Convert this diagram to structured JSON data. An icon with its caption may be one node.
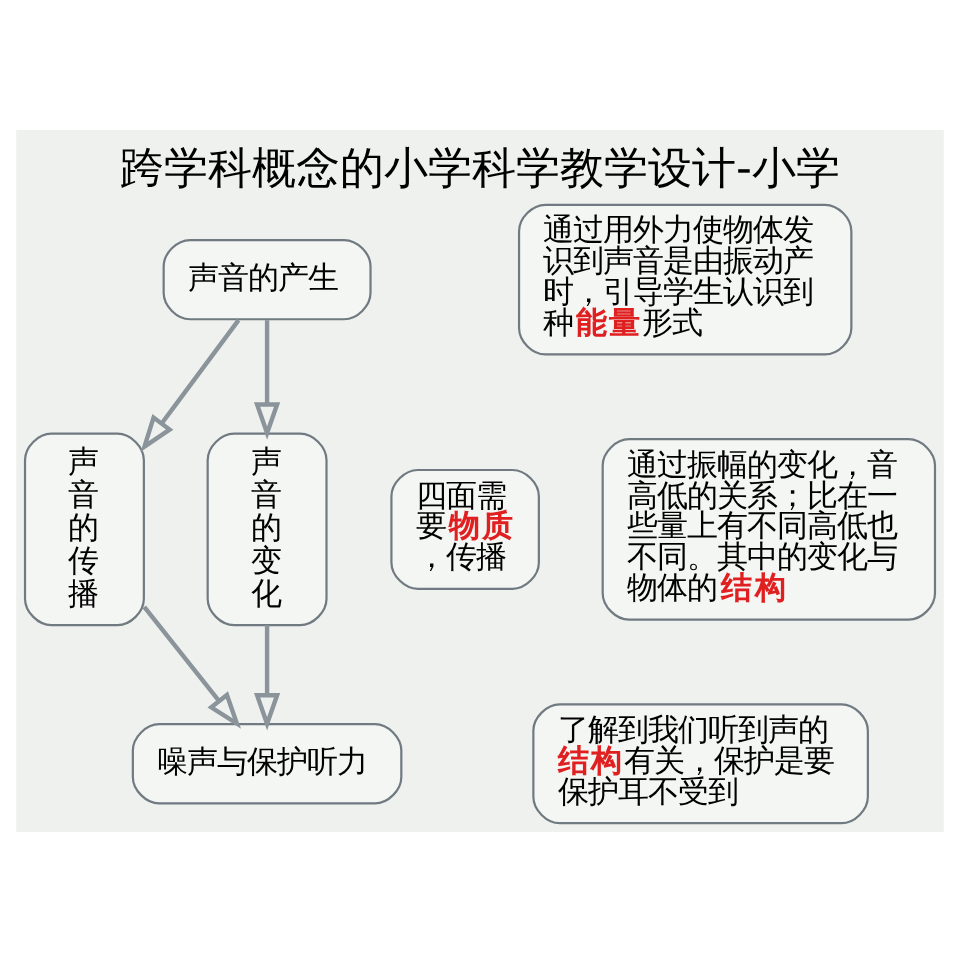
{
  "diagram": {
    "title": "跨学科概念的小学科学教学设计-小学",
    "nodes": [
      {
        "text": [
          "声音的产生"
        ]
      },
      {
        "text": [
          "通过用外力使物体发识到声音是由振动产时，引导学生认识到种**能量**形式"
        ]
      },
      {
        "text": [
          "四面需要**物质**，传播"
        ]
      },
      {
        "text": [
          "声音的传播"
        ]
      },
      {
        "text": [
          "声音的变化"
        ]
      },
      {
        "text": [
          "通过振幅的变化，音高低的关系；比在一些量上有不同高低也不同。其中的变化与物体的**结构**"
        ]
      },
      {
        "text": [
          "噪声与保护听力"
        ]
      },
      {
        "text": [
          "了解到我们听到声的**结构**有关，保护是要保护耳不受到"
        ]
      }
    ],
    "edges": [
      {
        "from": 0,
        "to": 3,
        "arrow": "to"
      },
      {
        "from": 0,
        "to": 4,
        "arrow": "to"
      },
      {
        "from": 3,
        "to": 6,
        "arrow": "to"
      },
      {
        "from": 4,
        "to": 6,
        "arrow": "to"
      }
    ]
  }
}
